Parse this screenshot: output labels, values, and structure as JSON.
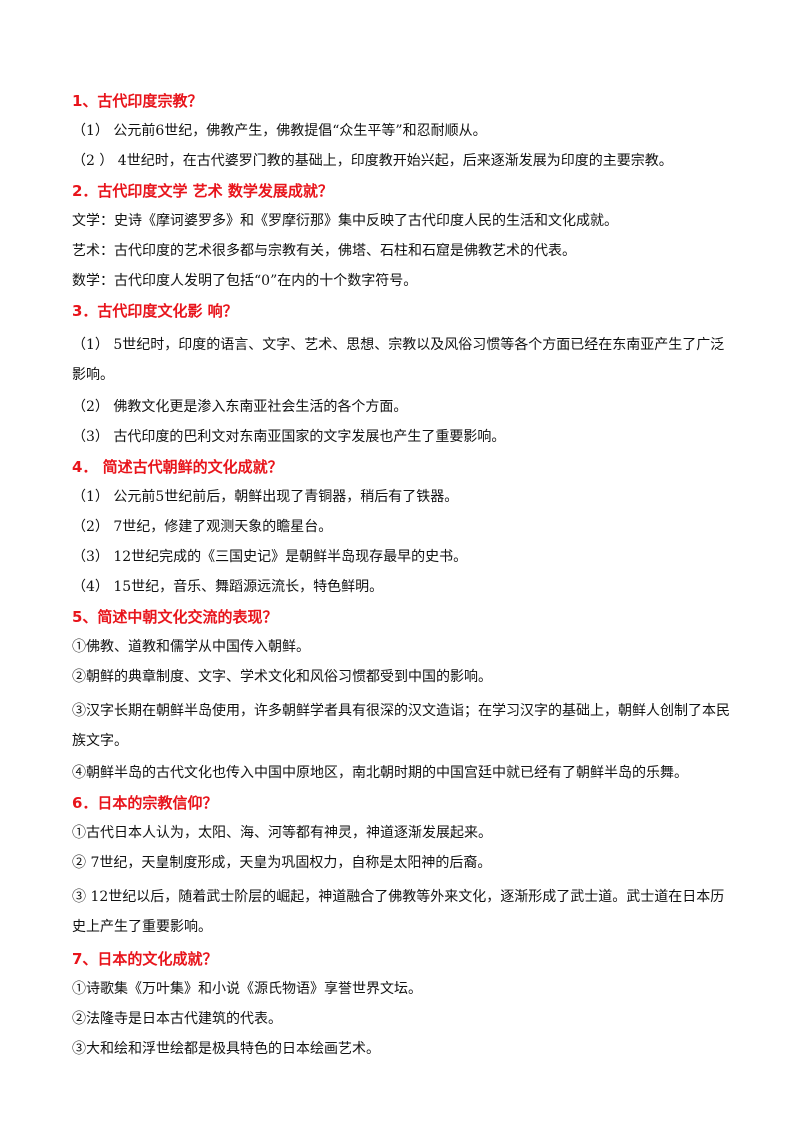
{
  "sections": [
    {
      "heading": "1、古代印度宗教？",
      "lines": [
        "（1） 公元前6世纪，佛教产生，佛教提倡“众生平等”和忍耐顺从。",
        "（2 ） 4世纪时，在古代婆罗门教的基础上，印度教开始兴起，后来逐渐发展为印度的主要宗教。"
      ]
    },
    {
      "heading": "2．古代印度文学 艺术 数学发展成就？",
      "lines": [
        "文学：史诗《摩诃婆罗多》和《罗摩衍那》集中反映了古代印度人民的生活和文化成就。",
        "艺术：古代印度的艺术很多都与宗教有关，佛塔、石柱和石窟是佛教艺术的代表。",
        "数学：古代印度人发明了包括“0”在内的十个数字符号。"
      ]
    },
    {
      "heading": "3．古代印度文化影 响？",
      "lines": [
        "（1） 5世纪时，印度的语言、文字、艺术、思想、宗教以及风俗习惯等各个方面已经在东南亚产生了广泛影响。",
        "（2） 佛教文化更是渗入东南亚社会生活的各个方面。",
        "（3） 古代印度的巴利文对东南亚国家的文字发展也产生了重要影响。"
      ]
    },
    {
      "heading": "4． 简述古代朝鲜的文化成就？",
      "lines": [
        "（1） 公元前5世纪前后，朝鲜出现了青铜器，稍后有了铁器。",
        "（2） 7世纪，修建了观测天象的瞻星台。",
        "（3） 12世纪完成的《三国史记》是朝鲜半岛现存最早的史书。",
        "（4） 15世纪，音乐、舞蹈源远流长，特色鲜明。"
      ]
    },
    {
      "heading": "5、简述中朝文化交流的表现？",
      "lines": [
        "①佛教、道教和儒学从中国传入朝鲜。",
        "②朝鲜的典章制度、文字、学术文化和风俗习惯都受到中国的影响。",
        "③汉字长期在朝鲜半岛使用，许多朝鲜学者具有很深的汉文造诣；在学习汉字的基础上，朝鲜人创制了本民族文字。",
        "④朝鲜半岛的古代文化也传入中国中原地区，南北朝时期的中国宫廷中就已经有了朝鲜半岛的乐舞。"
      ]
    },
    {
      "heading": "6．日本的宗教信仰？",
      "lines": [
        "①古代日本人认为，太阳、海、河等都有神灵，神道逐渐发展起来。",
        "② 7世纪，天皇制度形成，天皇为巩固权力，自称是太阳神的后裔。",
        "③ 12世纪以后，随着武士阶层的崛起，神道融合了佛教等外来文化，逐渐形成了武士道。武士道在日本历史上产生了重要影响。"
      ]
    },
    {
      "heading": "7、日本的文化成就？",
      "lines": [
        "①诗歌集《万叶集》和小说《源氏物语》享誉世界文坛。",
        "②法隆寺是日本古代建筑的代表。",
        "③大和绘和浮世绘都是极具特色的日本绘画艺术。"
      ]
    }
  ]
}
